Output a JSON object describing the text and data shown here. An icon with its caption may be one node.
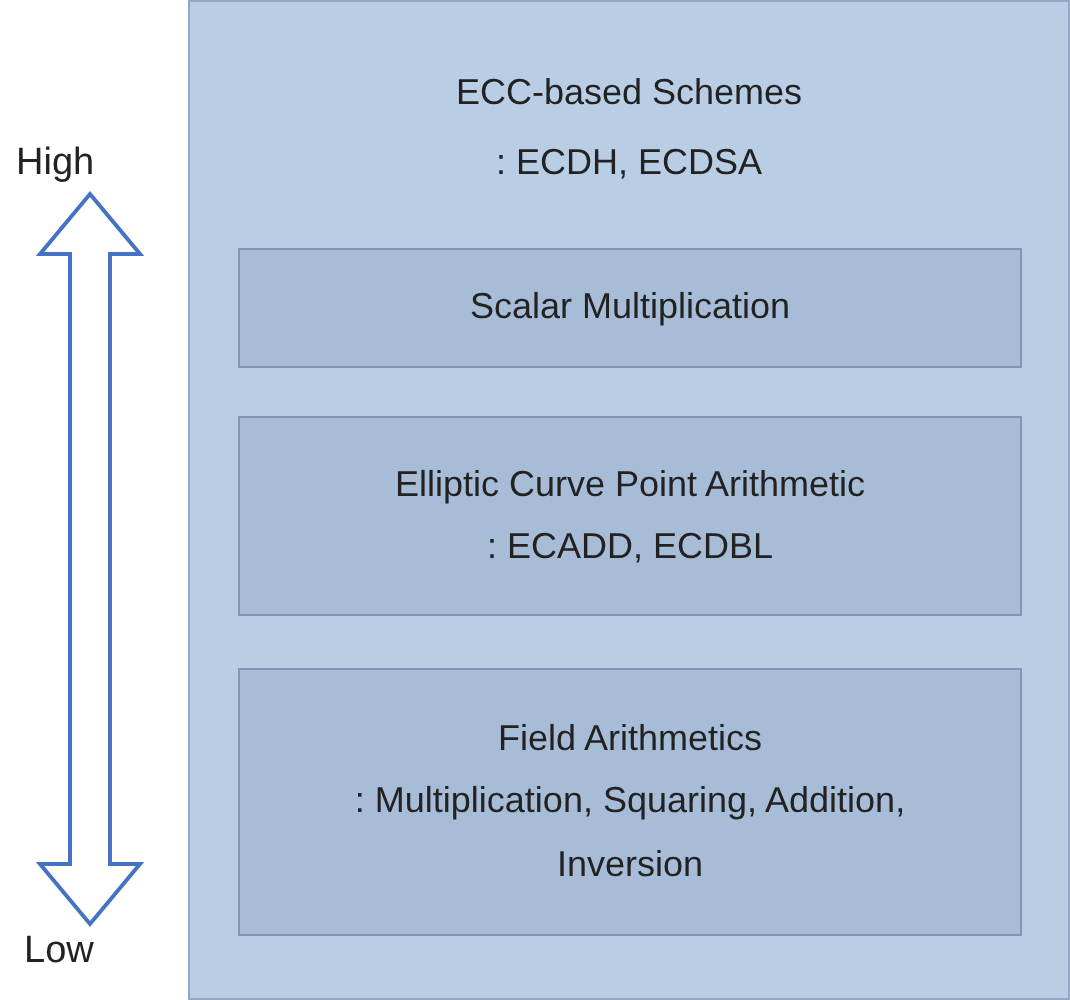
{
  "diagram": {
    "nodes": [
      {
        "text": [
          "ECC-based Schemes",
          ": ECDH, ECDSA"
        ]
      },
      {
        "text": [
          "Scalar Multiplication"
        ],
        "in": 0
      },
      {
        "text": [
          "Elliptic Curve Point Arithmetic",
          ": ECADD, ECDBL"
        ],
        "in": 0
      },
      {
        "text": [
          "Field Arithmetics",
          ": Multiplication, Squaring, Addition, Inversion"
        ],
        "in": 0
      }
    ],
    "edges": [],
    "labels": [
      "High",
      "Low"
    ]
  }
}
